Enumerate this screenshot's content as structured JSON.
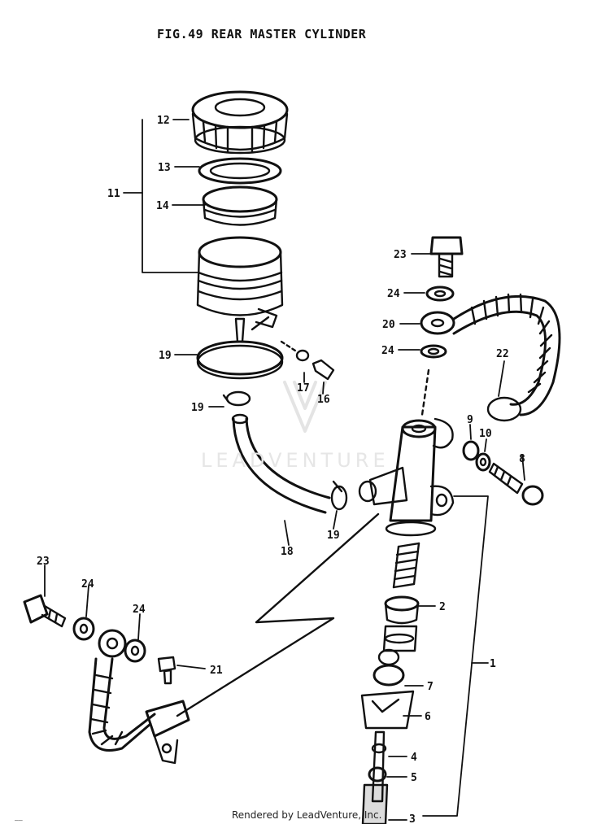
{
  "diagram": {
    "title": "FIG.49  REAR MASTER CYLINDER",
    "footer": "Rendered by LeadVenture, Inc.",
    "watermark": "LEADVENTURE",
    "corner_mark": "——",
    "callouts": [
      "12",
      "13",
      "11",
      "14",
      "23",
      "24",
      "20",
      "24",
      "22",
      "19",
      "17",
      "16",
      "19",
      "9",
      "10",
      "8",
      "18",
      "19",
      "23",
      "24",
      "24",
      "2",
      "1",
      "21",
      "7",
      "6",
      "4",
      "5",
      "3"
    ]
  }
}
